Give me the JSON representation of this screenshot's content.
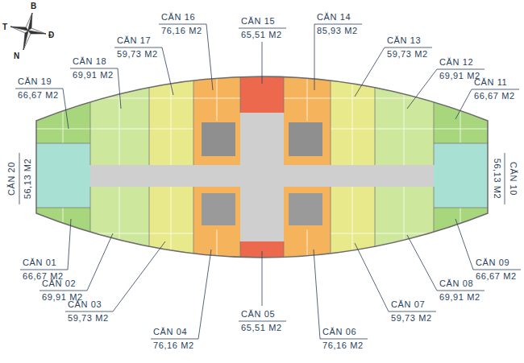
{
  "diagram": {
    "labels": [
      "B",
      "T",
      "Đ",
      "N",
      "CĂN 19",
      "66,67 M2",
      "CĂN 18",
      "69,91 M2",
      "CĂN 17",
      "59,73 M2",
      "CĂN 16",
      "76,16 M2",
      "CĂN 15",
      "65,51 M2",
      "CĂN 14",
      "85,93 M2",
      "CĂN 13",
      "59,73 M2",
      "CĂN 12",
      "69,91 M2",
      "CĂN 11",
      "66,67 M2",
      "CĂN 20",
      "56,13 M2",
      "CĂN 10",
      "56,13 M2",
      "CĂN 01",
      "66,67 M2",
      "CĂN 02",
      "69,91 M2",
      "CĂN 03",
      "59,73 M2",
      "CĂN 04",
      "76,16 M2",
      "CĂN 05",
      "65,51 M2",
      "CĂN 06",
      "76,16 M2",
      "CĂN 07",
      "59,73 M2",
      "CĂN 08",
      "69,91 M2",
      "CĂN 09",
      "66,67 M2"
    ]
  }
}
